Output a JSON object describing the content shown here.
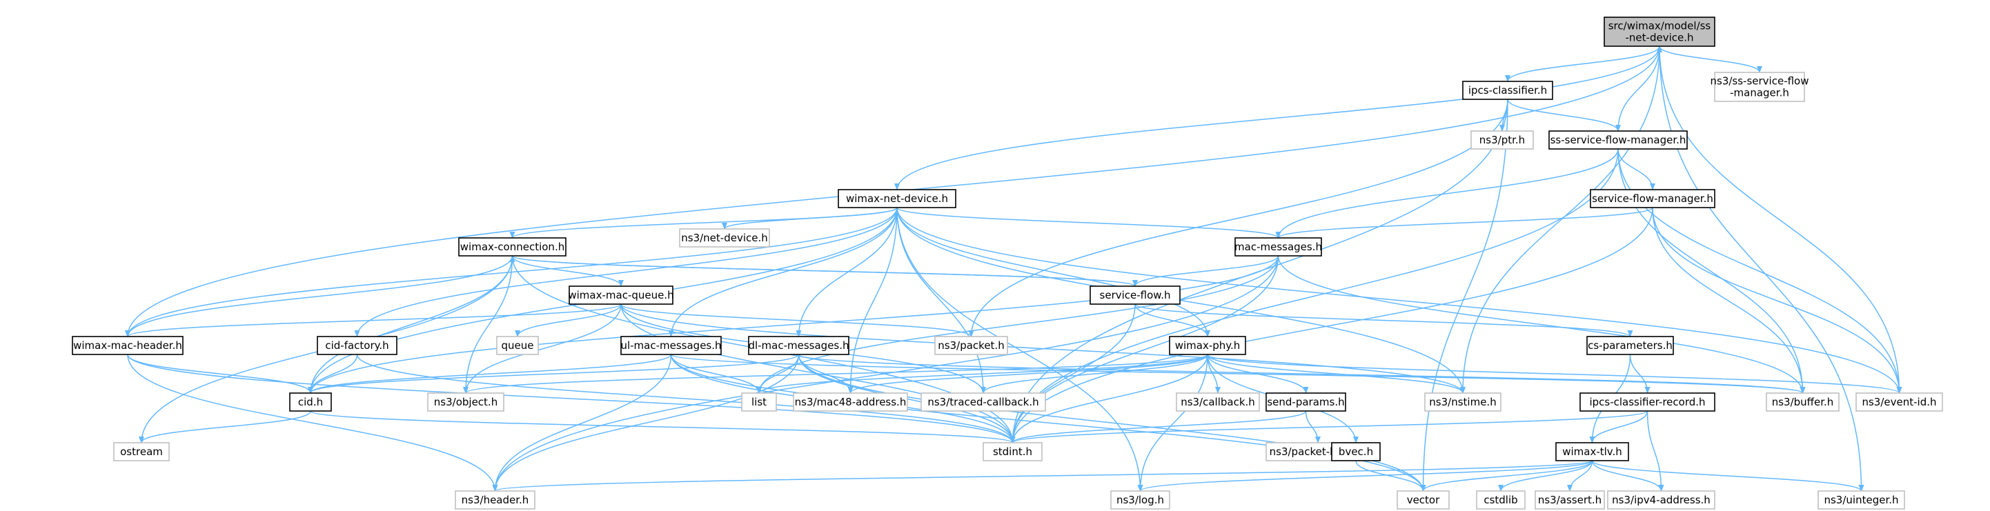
{
  "colors": {
    "edge": "#63b8ff",
    "local_border": "#000000",
    "external_border": "#bfbfbf",
    "root_fill": "#bfbfbf",
    "background": "#ffffff"
  },
  "nodes": {
    "ss_net_device": {
      "label": [
        "src/wimax/model/ss",
        "-net-device.h"
      ],
      "kind": "root"
    },
    "ss_service_flow_ext": {
      "label": [
        "ns3/ss-service-flow",
        "-manager.h"
      ],
      "kind": "ext"
    },
    "ipcs_classifier": {
      "label": [
        "ipcs-classifier.h"
      ],
      "kind": "local"
    },
    "ns3_ptr": {
      "label": [
        "ns3/ptr.h"
      ],
      "kind": "ext"
    },
    "ss_service_flow": {
      "label": [
        "ss-service-flow-manager.h"
      ],
      "kind": "local"
    },
    "service_flow_mgr": {
      "label": [
        "service-flow-manager.h"
      ],
      "kind": "local"
    },
    "wimax_net_device": {
      "label": [
        "wimax-net-device.h"
      ],
      "kind": "local"
    },
    "ns3_net_device": {
      "label": [
        "ns3/net-device.h"
      ],
      "kind": "ext"
    },
    "wimax_connection": {
      "label": [
        "wimax-connection.h"
      ],
      "kind": "local"
    },
    "mac_messages": {
      "label": [
        "mac-messages.h"
      ],
      "kind": "local"
    },
    "wimax_mac_queue": {
      "label": [
        "wimax-mac-queue.h"
      ],
      "kind": "local"
    },
    "service_flow": {
      "label": [
        "service-flow.h"
      ],
      "kind": "local"
    },
    "wimax_mac_header": {
      "label": [
        "wimax-mac-header.h"
      ],
      "kind": "local"
    },
    "cid_factory": {
      "label": [
        "cid-factory.h"
      ],
      "kind": "local"
    },
    "queue": {
      "label": [
        "queue"
      ],
      "kind": "ext"
    },
    "ns3_packet": {
      "label": [
        "ns3/packet.h"
      ],
      "kind": "ext"
    },
    "ul_mac_messages": {
      "label": [
        "ul-mac-messages.h"
      ],
      "kind": "local"
    },
    "dl_mac_messages": {
      "label": [
        "dl-mac-messages.h"
      ],
      "kind": "local"
    },
    "wimax_phy": {
      "label": [
        "wimax-phy.h"
      ],
      "kind": "local"
    },
    "cs_parameters": {
      "label": [
        "cs-parameters.h"
      ],
      "kind": "local"
    },
    "cid": {
      "label": [
        "cid.h"
      ],
      "kind": "local"
    },
    "ns3_object": {
      "label": [
        "ns3/object.h"
      ],
      "kind": "ext"
    },
    "list": {
      "label": [
        "list"
      ],
      "kind": "ext"
    },
    "ns3_mac48": {
      "label": [
        "ns3/mac48-address.h"
      ],
      "kind": "ext"
    },
    "ns3_traced_cb": {
      "label": [
        "ns3/traced-callback.h"
      ],
      "kind": "ext"
    },
    "ns3_callback": {
      "label": [
        "ns3/callback.h"
      ],
      "kind": "ext"
    },
    "send_params": {
      "label": [
        "send-params.h"
      ],
      "kind": "local"
    },
    "ns3_nstime": {
      "label": [
        "ns3/nstime.h"
      ],
      "kind": "ext"
    },
    "ns3_buffer": {
      "label": [
        "ns3/buffer.h"
      ],
      "kind": "ext"
    },
    "ns3_event_id": {
      "label": [
        "ns3/event-id.h"
      ],
      "kind": "ext"
    },
    "ipcs_classifier_rec": {
      "label": [
        "ipcs-classifier-record.h"
      ],
      "kind": "local"
    },
    "ostream": {
      "label": [
        "ostream"
      ],
      "kind": "ext"
    },
    "stdint": {
      "label": [
        "stdint.h"
      ],
      "kind": "ext"
    },
    "ns3_packet_burst": {
      "label": [
        "ns3/packet-burst.h"
      ],
      "kind": "ext"
    },
    "bvec": {
      "label": [
        "bvec.h"
      ],
      "kind": "local"
    },
    "wimax_tlv": {
      "label": [
        "wimax-tlv.h"
      ],
      "kind": "local"
    },
    "ns3_header": {
      "label": [
        "ns3/header.h"
      ],
      "kind": "ext"
    },
    "ns3_log": {
      "label": [
        "ns3/log.h"
      ],
      "kind": "ext"
    },
    "vector": {
      "label": [
        "vector"
      ],
      "kind": "ext"
    },
    "cstdlib": {
      "label": [
        "cstdlib"
      ],
      "kind": "ext"
    },
    "ns3_assert": {
      "label": [
        "ns3/assert.h"
      ],
      "kind": "ext"
    },
    "ns3_ipv4": {
      "label": [
        "ns3/ipv4-address.h"
      ],
      "kind": "ext"
    },
    "ns3_uinteger": {
      "label": [
        "ns3/uinteger.h"
      ],
      "kind": "ext"
    }
  },
  "edges": [
    [
      "ss_net_device",
      "ss_service_flow_ext"
    ],
    [
      "ss_net_device",
      "ipcs_classifier"
    ],
    [
      "ss_net_device",
      "wimax_net_device"
    ],
    [
      "ss_net_device",
      "wimax_mac_header"
    ],
    [
      "ss_net_device",
      "ns3_nstime"
    ],
    [
      "ss_net_device",
      "ns3_event_id"
    ],
    [
      "ss_net_device",
      "ns3_uinteger"
    ],
    [
      "ipcs_classifier",
      "ns3_ptr"
    ],
    [
      "ipcs_classifier",
      "ss_service_flow"
    ],
    [
      "ipcs_classifier",
      "ns3_packet"
    ],
    [
      "ipcs_classifier",
      "stdint"
    ],
    [
      "ipcs_classifier",
      "vector"
    ],
    [
      "ss_service_flow",
      "ss_net_device"
    ],
    [
      "ss_service_flow",
      "service_flow_mgr"
    ],
    [
      "ss_service_flow",
      "mac_messages"
    ],
    [
      "ss_service_flow",
      "ns3_buffer"
    ],
    [
      "ss_service_flow",
      "ns3_event_id"
    ],
    [
      "ss_service_flow",
      "stdint"
    ],
    [
      "service_flow_mgr",
      "mac_messages"
    ],
    [
      "service_flow_mgr",
      "ns3_buffer"
    ],
    [
      "service_flow_mgr",
      "ns3_event_id"
    ],
    [
      "service_flow_mgr",
      "stdint"
    ],
    [
      "wimax_net_device",
      "ns3_net_device"
    ],
    [
      "wimax_net_device",
      "wimax_connection"
    ],
    [
      "wimax_net_device",
      "mac_messages"
    ],
    [
      "wimax_net_device",
      "wimax_mac_header"
    ],
    [
      "wimax_net_device",
      "cid_factory"
    ],
    [
      "wimax_net_device",
      "cid"
    ],
    [
      "wimax_net_device",
      "ul_mac_messages"
    ],
    [
      "wimax_net_device",
      "dl_mac_messages"
    ],
    [
      "wimax_net_device",
      "wimax_phy"
    ],
    [
      "wimax_net_device",
      "ns3_mac48"
    ],
    [
      "wimax_net_device",
      "ns3_traced_cb"
    ],
    [
      "wimax_net_device",
      "ns3_nstime"
    ],
    [
      "wimax_net_device",
      "ns3_event_id"
    ],
    [
      "wimax_net_device",
      "ns3_log"
    ],
    [
      "wimax_connection",
      "wimax_mac_queue"
    ],
    [
      "wimax_connection",
      "service_flow"
    ],
    [
      "wimax_connection",
      "wimax_mac_header"
    ],
    [
      "wimax_connection",
      "cid"
    ],
    [
      "wimax_connection",
      "ns3_object"
    ],
    [
      "wimax_connection",
      "ostream"
    ],
    [
      "wimax_connection",
      "stdint"
    ],
    [
      "mac_messages",
      "service_flow"
    ],
    [
      "mac_messages",
      "cid"
    ],
    [
      "mac_messages",
      "ns3_header"
    ],
    [
      "mac_messages",
      "ns3_buffer"
    ],
    [
      "mac_messages",
      "stdint"
    ],
    [
      "mac_messages",
      "list"
    ],
    [
      "service_flow",
      "wimax_connection"
    ],
    [
      "service_flow",
      "wimax_phy"
    ],
    [
      "service_flow",
      "cs_parameters"
    ],
    [
      "service_flow",
      "stdint"
    ],
    [
      "wimax_mac_queue",
      "wimax_mac_header"
    ],
    [
      "wimax_mac_queue",
      "queue"
    ],
    [
      "wimax_mac_queue",
      "ns3_packet"
    ],
    [
      "wimax_mac_queue",
      "ns3_object"
    ],
    [
      "wimax_mac_queue",
      "ns3_traced_cb"
    ],
    [
      "wimax_mac_queue",
      "ns3_nstime"
    ],
    [
      "wimax_mac_queue",
      "stdint"
    ],
    [
      "wimax_mac_header",
      "cid"
    ],
    [
      "wimax_mac_header",
      "ns3_header"
    ],
    [
      "wimax_mac_header",
      "stdint"
    ],
    [
      "cid_factory",
      "cid"
    ],
    [
      "cid_factory",
      "stdint"
    ],
    [
      "ul_mac_messages",
      "cid"
    ],
    [
      "ul_mac_messages",
      "list"
    ],
    [
      "ul_mac_messages",
      "ns3_buffer"
    ],
    [
      "ul_mac_messages",
      "stdint"
    ],
    [
      "ul_mac_messages",
      "ns3_header"
    ],
    [
      "ul_mac_messages",
      "vector"
    ],
    [
      "dl_mac_messages",
      "cid"
    ],
    [
      "dl_mac_messages",
      "list"
    ],
    [
      "dl_mac_messages",
      "ns3_mac48"
    ],
    [
      "dl_mac_messages",
      "ns3_buffer"
    ],
    [
      "dl_mac_messages",
      "stdint"
    ],
    [
      "dl_mac_messages",
      "ns3_header"
    ],
    [
      "dl_mac_messages",
      "vector"
    ],
    [
      "wimax_phy",
      "ns3_object"
    ],
    [
      "wimax_phy",
      "list"
    ],
    [
      "wimax_phy",
      "ns3_mac48"
    ],
    [
      "wimax_phy",
      "ns3_traced_cb"
    ],
    [
      "wimax_phy",
      "ns3_callback"
    ],
    [
      "wimax_phy",
      "send_params"
    ],
    [
      "wimax_phy",
      "ns3_nstime"
    ],
    [
      "wimax_phy",
      "ns3_event_id"
    ],
    [
      "wimax_phy",
      "bvec"
    ],
    [
      "wimax_phy",
      "stdint"
    ],
    [
      "wimax_phy",
      "ns3_log"
    ],
    [
      "cs_parameters",
      "ipcs_classifier_rec"
    ],
    [
      "cs_parameters",
      "wimax_tlv"
    ],
    [
      "cid",
      "ostream"
    ],
    [
      "cid",
      "stdint"
    ],
    [
      "send_params",
      "stdint"
    ],
    [
      "send_params",
      "ns3_packet_burst"
    ],
    [
      "ipcs_classifier_rec",
      "wimax_tlv"
    ],
    [
      "ipcs_classifier_rec",
      "stdint"
    ],
    [
      "ipcs_classifier_rec",
      "ns3_ipv4"
    ],
    [
      "bvec",
      "vector"
    ],
    [
      "wimax_tlv",
      "ns3_header"
    ],
    [
      "wimax_tlv",
      "ns3_log"
    ],
    [
      "wimax_tlv",
      "vector"
    ],
    [
      "wimax_tlv",
      "cstdlib"
    ],
    [
      "wimax_tlv",
      "ns3_assert"
    ],
    [
      "wimax_tlv",
      "ns3_ipv4"
    ],
    [
      "wimax_tlv",
      "ns3_uinteger"
    ]
  ]
}
